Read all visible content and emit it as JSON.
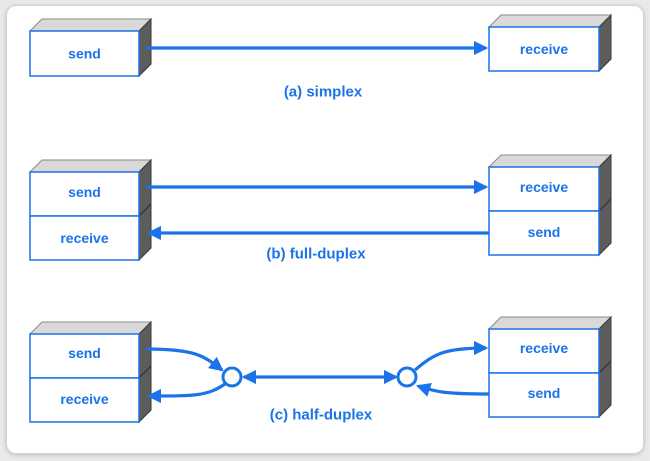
{
  "colors": {
    "accent": "#1a73e8",
    "box_fill": "#ffffff",
    "box_side": "#5c5c5c",
    "box_top": "#d9d9d9",
    "text": "#1a73e8"
  },
  "sections": {
    "simplex": {
      "caption": "(a)  simplex",
      "left": {
        "top_label": "send"
      },
      "right": {
        "top_label": "receive"
      }
    },
    "full_duplex": {
      "caption": "(b)  full-duplex",
      "left": {
        "top_label": "send",
        "bottom_label": "receive"
      },
      "right": {
        "top_label": "receive",
        "bottom_label": "send"
      }
    },
    "half_duplex": {
      "caption": "(c)  half-duplex",
      "left": {
        "top_label": "send",
        "bottom_label": "receive"
      },
      "right": {
        "top_label": "receive",
        "bottom_label": "send"
      }
    }
  }
}
